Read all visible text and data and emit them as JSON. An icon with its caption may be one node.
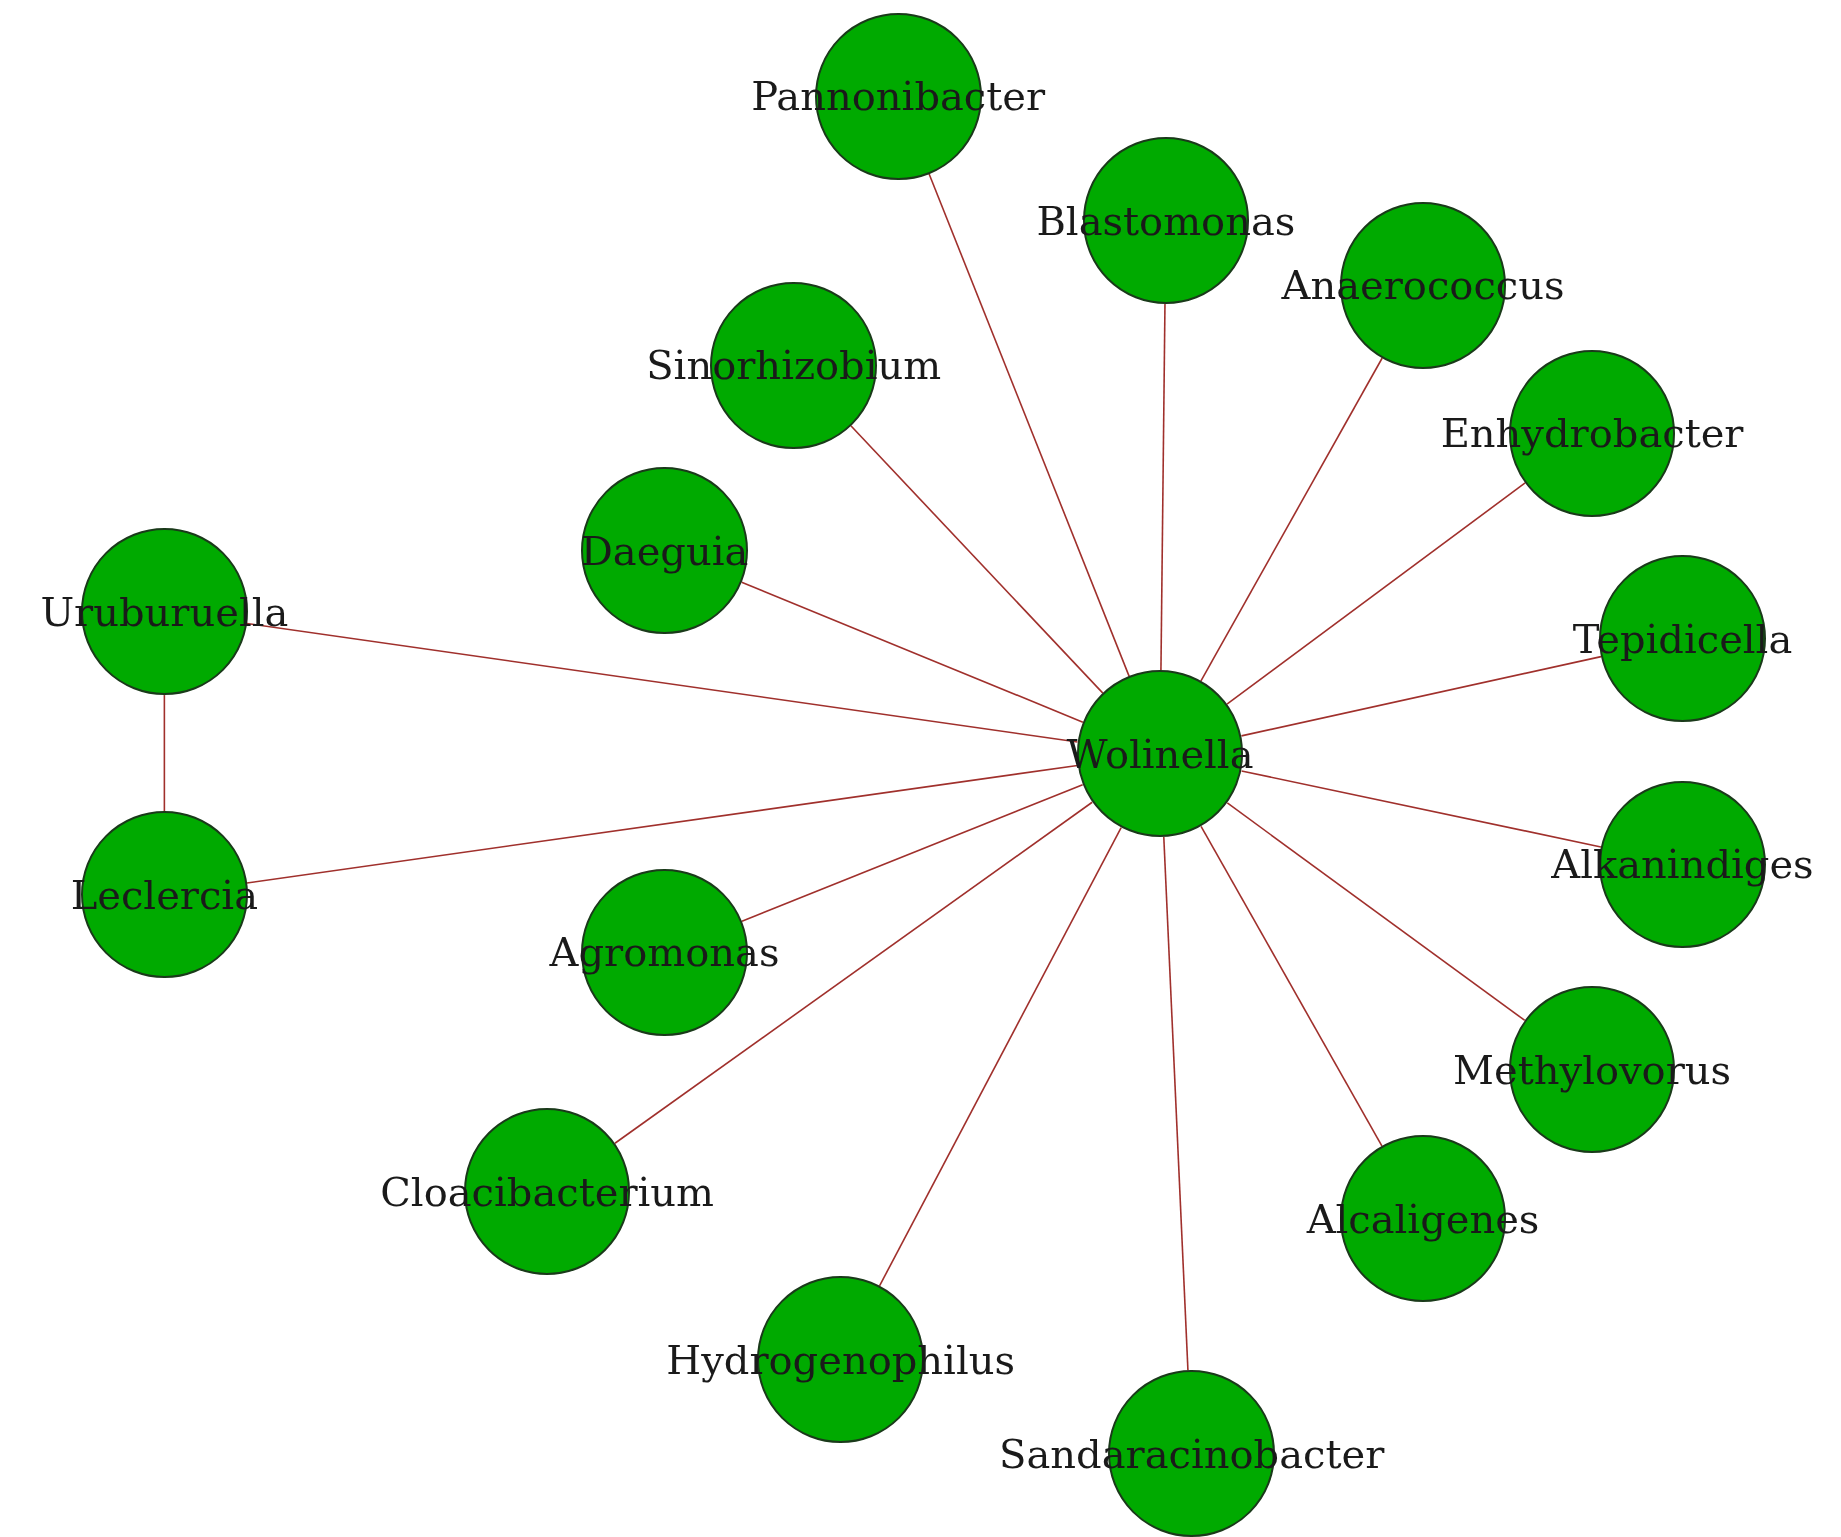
{
  "diagram": {
    "nodes": [
      {
        "text": [
          "Pannonibacter"
        ]
      },
      {
        "text": [
          "Blastomonas"
        ]
      },
      {
        "text": [
          "Anaerococcus"
        ]
      },
      {
        "text": [
          "Sinorhizobium"
        ]
      },
      {
        "text": [
          "Enhydrobacter"
        ]
      },
      {
        "text": [
          "Daeguia"
        ]
      },
      {
        "text": [
          "Uruburuella"
        ]
      },
      {
        "text": [
          "Tepidicella"
        ]
      },
      {
        "text": [
          "Wolinella"
        ]
      },
      {
        "text": [
          "Leclercia"
        ]
      },
      {
        "text": [
          "Alkanindiges"
        ]
      },
      {
        "text": [
          "Agromonas"
        ]
      },
      {
        "text": [
          "Methylovorus"
        ]
      },
      {
        "text": [
          "Cloacibacterium"
        ]
      },
      {
        "text": [
          "Alcaligenes"
        ]
      },
      {
        "text": [
          "Hydrogenophilus"
        ]
      },
      {
        "text": [
          "Sandaracinobacter"
        ]
      }
    ],
    "edges": [
      {
        "from": 8,
        "to": 0,
        "arrow": "none"
      },
      {
        "from": 8,
        "to": 1,
        "arrow": "none"
      },
      {
        "from": 8,
        "to": 2,
        "arrow": "none"
      },
      {
        "from": 8,
        "to": 3,
        "arrow": "none"
      },
      {
        "from": 8,
        "to": 4,
        "arrow": "none"
      },
      {
        "from": 8,
        "to": 5,
        "arrow": "none"
      },
      {
        "from": 8,
        "to": 6,
        "arrow": "none"
      },
      {
        "from": 8,
        "to": 7,
        "arrow": "none"
      },
      {
        "from": 8,
        "to": 9,
        "arrow": "none"
      },
      {
        "from": 8,
        "to": 10,
        "arrow": "none"
      },
      {
        "from": 8,
        "to": 11,
        "arrow": "none"
      },
      {
        "from": 8,
        "to": 12,
        "arrow": "none"
      },
      {
        "from": 8,
        "to": 13,
        "arrow": "none"
      },
      {
        "from": 8,
        "to": 14,
        "arrow": "none"
      },
      {
        "from": 8,
        "to": 15,
        "arrow": "none"
      },
      {
        "from": 8,
        "to": 16,
        "arrow": "none"
      },
      {
        "from": 6,
        "to": 9,
        "arrow": "none"
      }
    ]
  }
}
